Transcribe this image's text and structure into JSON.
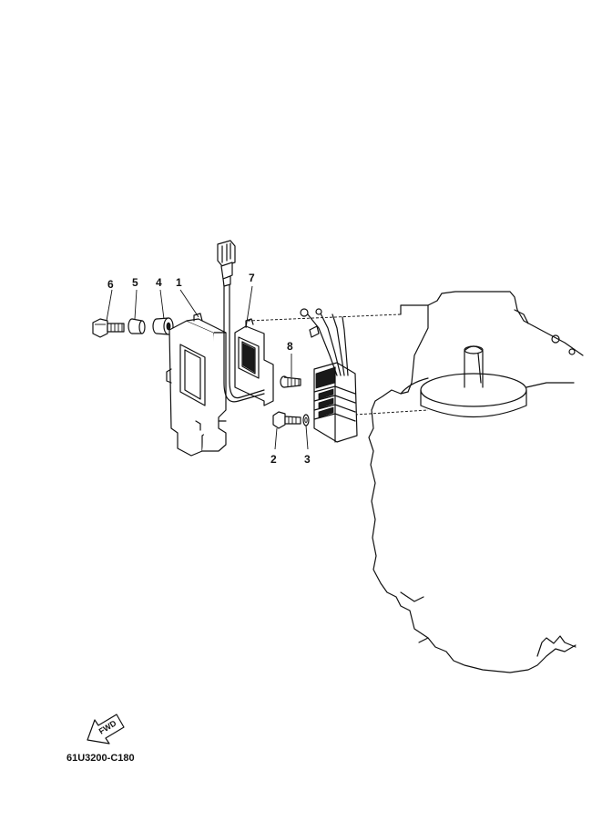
{
  "diagram": {
    "part_numbers": {
      "p1": "1",
      "p2": "2",
      "p3": "3",
      "p4": "4",
      "p5": "5",
      "p6": "6",
      "p7": "7",
      "p8": "8"
    },
    "fwd_label": "FWD",
    "drawing_code": "61U3200-C180"
  },
  "colors": {
    "ink": "#111111",
    "paper": "#ffffff"
  }
}
